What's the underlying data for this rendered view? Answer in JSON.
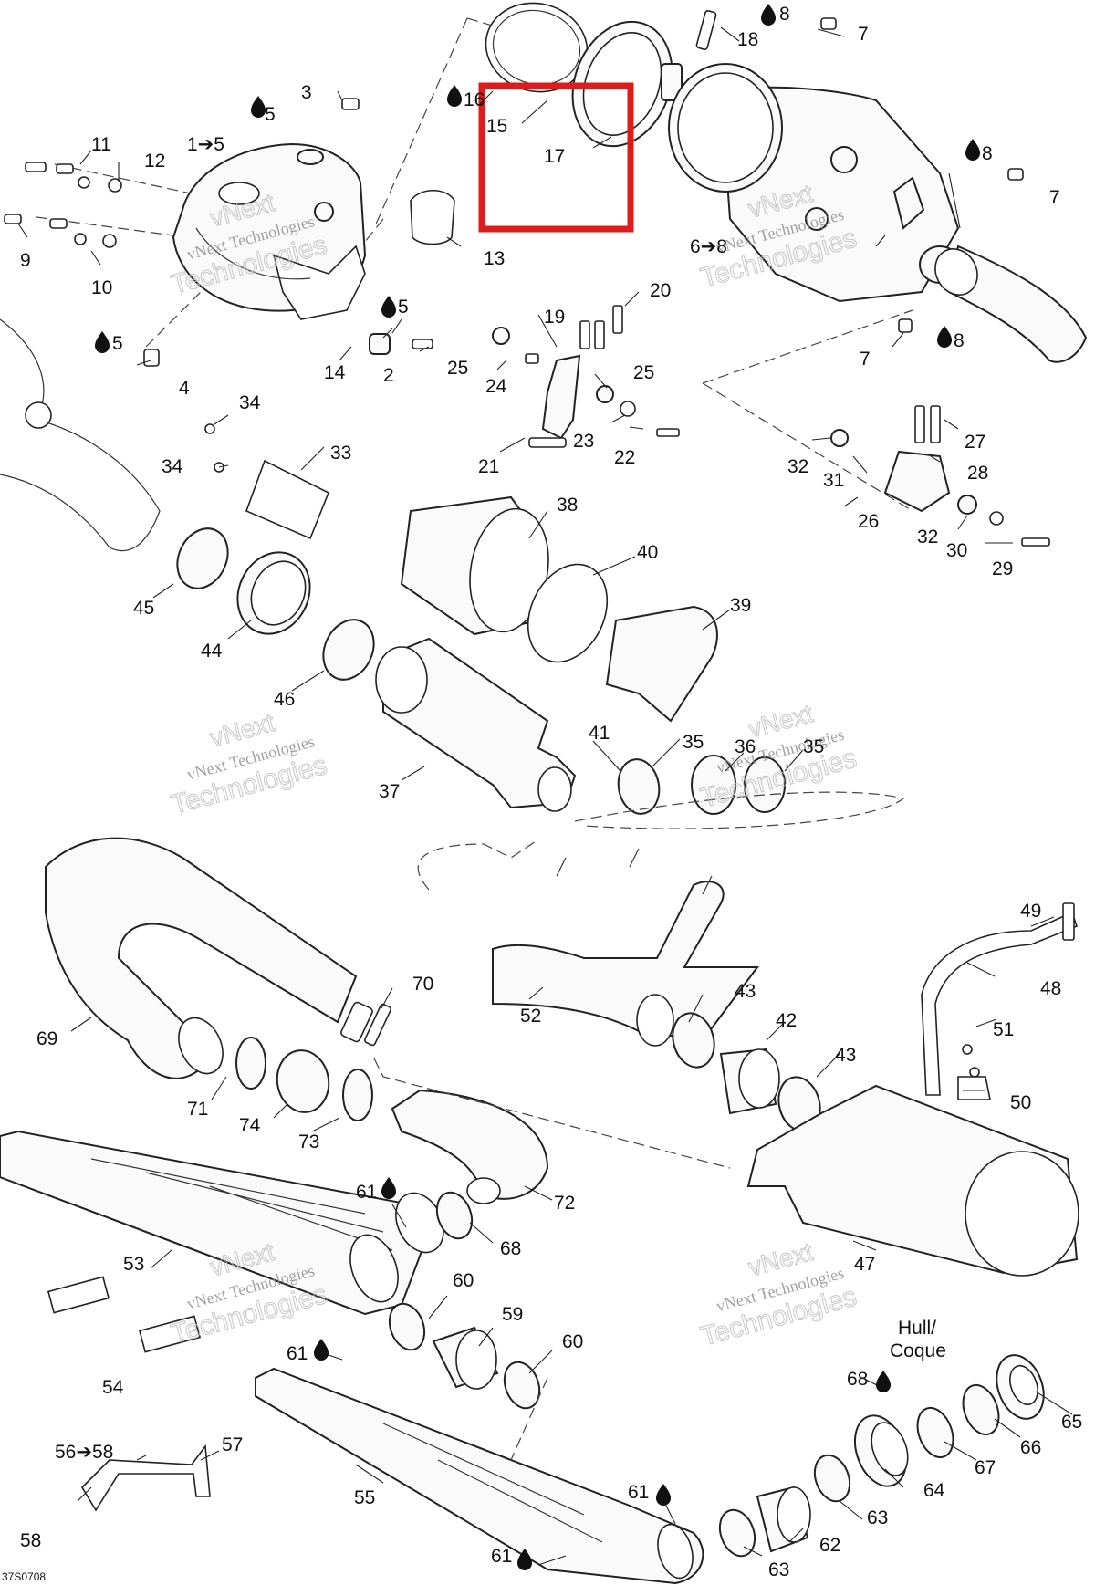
{
  "diagram": {
    "drawing_code": "37S0708",
    "watermark": {
      "line1": "vNext",
      "line2": "vNext Technologies",
      "line3": "Technologies"
    },
    "highlight_box_color": "#e01b1b",
    "callouts": [
      {
        "id": "c18",
        "text": "18"
      },
      {
        "id": "c8a",
        "text": "8"
      },
      {
        "id": "c7a",
        "text": "7"
      },
      {
        "id": "c3",
        "text": "3"
      },
      {
        "id": "c5a",
        "text": "5"
      },
      {
        "id": "c16",
        "text": "16"
      },
      {
        "id": "c15",
        "text": "15"
      },
      {
        "id": "c17",
        "text": "17"
      },
      {
        "id": "c11",
        "text": "11"
      },
      {
        "id": "c1to5",
        "text": "1➔5"
      },
      {
        "id": "c12",
        "text": "12"
      },
      {
        "id": "c8b",
        "text": "8"
      },
      {
        "id": "c7b",
        "text": "7"
      },
      {
        "id": "c9",
        "text": "9"
      },
      {
        "id": "c10",
        "text": "10"
      },
      {
        "id": "c13",
        "text": "13"
      },
      {
        "id": "c6to8",
        "text": "6➔8"
      },
      {
        "id": "c5b",
        "text": "5"
      },
      {
        "id": "c20",
        "text": "20"
      },
      {
        "id": "c5c",
        "text": "5"
      },
      {
        "id": "c19",
        "text": "19"
      },
      {
        "id": "c4",
        "text": "4"
      },
      {
        "id": "c14",
        "text": "14"
      },
      {
        "id": "c2",
        "text": "2"
      },
      {
        "id": "c25a",
        "text": "25"
      },
      {
        "id": "c24",
        "text": "24"
      },
      {
        "id": "c25b",
        "text": "25"
      },
      {
        "id": "c8c",
        "text": "8"
      },
      {
        "id": "c7c",
        "text": "7"
      },
      {
        "id": "c34a",
        "text": "34"
      },
      {
        "id": "c23",
        "text": "23"
      },
      {
        "id": "c27",
        "text": "27"
      },
      {
        "id": "c33",
        "text": "33"
      },
      {
        "id": "c34b",
        "text": "34"
      },
      {
        "id": "c21",
        "text": "21"
      },
      {
        "id": "c22",
        "text": "22"
      },
      {
        "id": "c32a",
        "text": "32"
      },
      {
        "id": "c31",
        "text": "31"
      },
      {
        "id": "c28",
        "text": "28"
      },
      {
        "id": "c38",
        "text": "38"
      },
      {
        "id": "c26",
        "text": "26"
      },
      {
        "id": "c32b",
        "text": "32"
      },
      {
        "id": "c30",
        "text": "30"
      },
      {
        "id": "c40",
        "text": "40"
      },
      {
        "id": "c29",
        "text": "29"
      },
      {
        "id": "c45",
        "text": "45"
      },
      {
        "id": "c39",
        "text": "39"
      },
      {
        "id": "c44",
        "text": "44"
      },
      {
        "id": "c46",
        "text": "46"
      },
      {
        "id": "c41",
        "text": "41"
      },
      {
        "id": "c35a",
        "text": "35"
      },
      {
        "id": "c36",
        "text": "36"
      },
      {
        "id": "c35b",
        "text": "35"
      },
      {
        "id": "c37",
        "text": "37"
      },
      {
        "id": "c49",
        "text": "49"
      },
      {
        "id": "c70",
        "text": "70"
      },
      {
        "id": "c48",
        "text": "48"
      },
      {
        "id": "c43a",
        "text": "43"
      },
      {
        "id": "c69",
        "text": "69"
      },
      {
        "id": "c52",
        "text": "52"
      },
      {
        "id": "c42",
        "text": "42"
      },
      {
        "id": "c51",
        "text": "51"
      },
      {
        "id": "c43b",
        "text": "43"
      },
      {
        "id": "c71",
        "text": "71"
      },
      {
        "id": "c74",
        "text": "74"
      },
      {
        "id": "c50",
        "text": "50"
      },
      {
        "id": "c73",
        "text": "73"
      },
      {
        "id": "c61a",
        "text": "61"
      },
      {
        "id": "c72",
        "text": "72"
      },
      {
        "id": "c68a",
        "text": "68"
      },
      {
        "id": "c53",
        "text": "53"
      },
      {
        "id": "c47",
        "text": "47"
      },
      {
        "id": "c60a",
        "text": "60"
      },
      {
        "id": "c59",
        "text": "59"
      },
      {
        "id": "c61b",
        "text": "61"
      },
      {
        "id": "c60b",
        "text": "60"
      },
      {
        "id": "c54",
        "text": "54"
      },
      {
        "id": "c68b",
        "text": "68"
      },
      {
        "id": "c65",
        "text": "65"
      },
      {
        "id": "c66",
        "text": "66"
      },
      {
        "id": "c57",
        "text": "57"
      },
      {
        "id": "c56to58",
        "text": "56➔58"
      },
      {
        "id": "c67",
        "text": "67"
      },
      {
        "id": "c64",
        "text": "64"
      },
      {
        "id": "c61c",
        "text": "61"
      },
      {
        "id": "c55",
        "text": "55"
      },
      {
        "id": "c63a",
        "text": "63"
      },
      {
        "id": "c58",
        "text": "58"
      },
      {
        "id": "c62",
        "text": "62"
      },
      {
        "id": "c61d",
        "text": "61"
      },
      {
        "id": "c63b",
        "text": "63"
      }
    ],
    "hull_label": {
      "line1": "Hull/",
      "line2": "Coque"
    },
    "icons": {
      "drop": "oil-drop-icon"
    }
  }
}
